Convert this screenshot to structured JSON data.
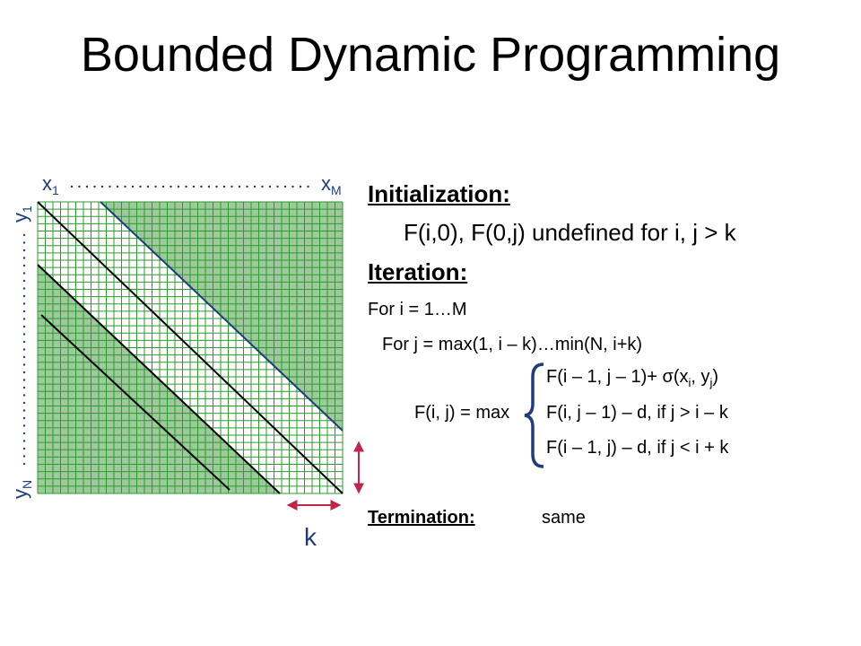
{
  "title": "Bounded Dynamic Programming",
  "diagram": {
    "x_start_label": "x",
    "x_start_sub": "1",
    "x_end_label": "x",
    "x_end_sub": "M",
    "y_start_label": "y",
    "y_start_sub": "1",
    "y_end_label": "y",
    "y_end_sub": "N",
    "band_label": "k",
    "colors": {
      "cell_fill": "#9dc99d",
      "band_fill": "#ffffff",
      "grid_line": "#2e9b2e",
      "dots": "#1f3d7a",
      "arrow": "#c0254a",
      "label": "#1f3d7a"
    }
  },
  "initialization": {
    "heading": "Initialization:",
    "line": "F(i,0), F(0,j) undefined for i, j > k"
  },
  "iteration": {
    "heading": "Iteration:",
    "outer_loop": "For i = 1…M",
    "inner_loop": "For j = max(1, i – k)…min(N, i+k)",
    "lhs": "F(i, j) = max",
    "case1_prefix": "F(i – 1, j – 1)+ ",
    "case1_sigma": "σ",
    "case1_open": "(x",
    "case1_sub_i": "i",
    "case1_mid": ", y",
    "case1_sub_j": "j",
    "case1_close": ")",
    "case2": "F(i, j – 1) – d, if j > i – k",
    "case3": "F(i – 1, j) – d, if j < i + k"
  },
  "termination": {
    "heading": "Termination:",
    "value": "same"
  }
}
